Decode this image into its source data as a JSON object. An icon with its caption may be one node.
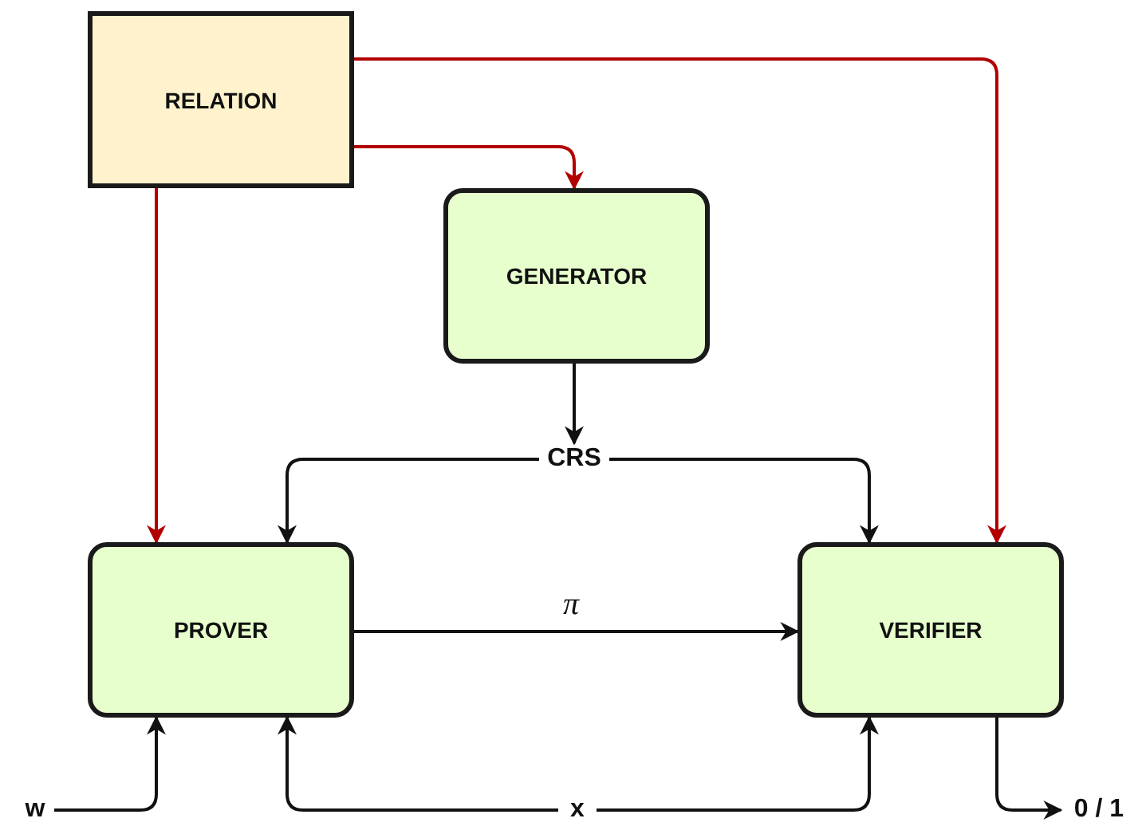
{
  "diagram": {
    "nodes": [
      {
        "text": [
          "RELATION"
        ]
      },
      {
        "text": [
          "GENERATOR"
        ]
      },
      {
        "text": [
          "PROVER"
        ]
      },
      {
        "text": [
          "VERIFIER"
        ]
      },
      {
        "text": [
          "CRS"
        ]
      },
      {
        "text": [
          "w"
        ]
      },
      {
        "text": [
          "x"
        ]
      },
      {
        "text": [
          "0 / 1"
        ]
      }
    ],
    "edges": [
      {
        "from": 0,
        "to": 1,
        "arrow": "to",
        "color": "#b20000"
      },
      {
        "from": 0,
        "to": 3,
        "arrow": "to",
        "color": "#b20000"
      },
      {
        "from": 0,
        "to": 2,
        "arrow": "to",
        "color": "#b20000"
      },
      {
        "from": 1,
        "to": 4,
        "arrow": "to"
      },
      {
        "from": 4,
        "to": 2,
        "arrow": "to"
      },
      {
        "from": 4,
        "to": 3,
        "arrow": "to"
      },
      {
        "from": 2,
        "to": 3,
        "arrow": "to",
        "label": "π"
      },
      {
        "from": 5,
        "to": 2,
        "arrow": "to"
      },
      {
        "from": 6,
        "to": 2,
        "arrow": "to"
      },
      {
        "from": 6,
        "to": 3,
        "arrow": "to"
      },
      {
        "from": 3,
        "to": 7,
        "arrow": "to"
      }
    ]
  }
}
